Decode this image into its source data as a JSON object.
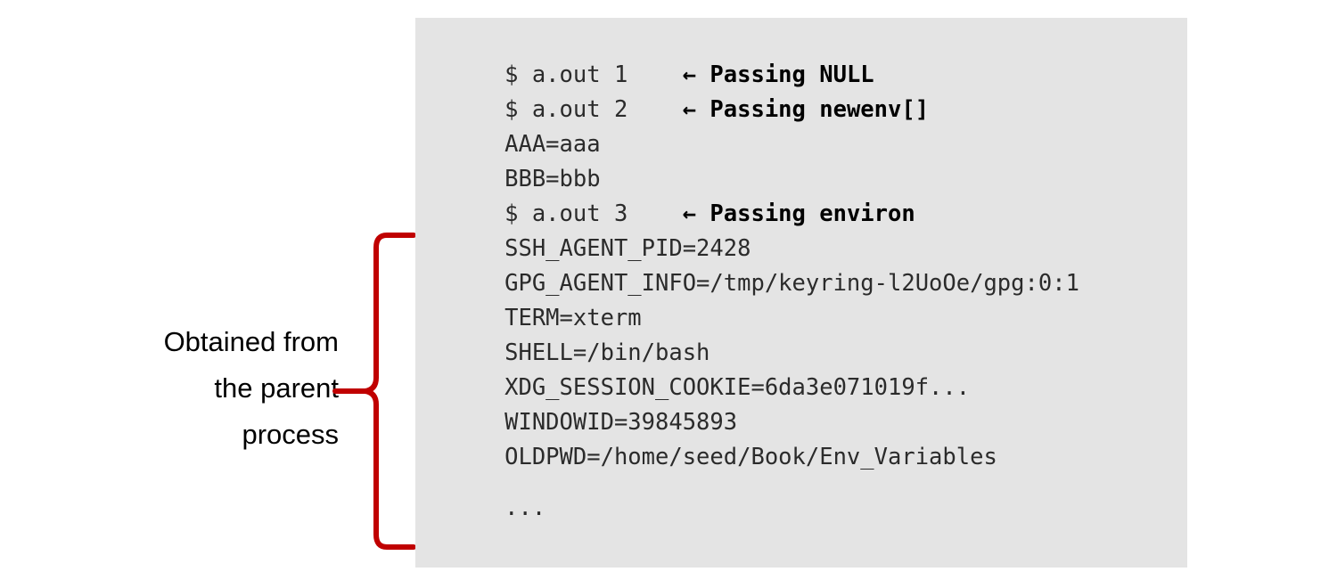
{
  "caption": {
    "lines": [
      "Obtained from",
      "the parent",
      "process"
    ]
  },
  "annotation_brace": {
    "color": "#c00000",
    "icon": "left-curly-brace"
  },
  "terminal": {
    "background_color": "#e4e4e4",
    "text_color": "#1b1b1b",
    "arrow_glyph": "←",
    "lines": [
      {
        "id": "cmd-1",
        "text": "$ a.out 1",
        "annotation": "Passing NULL"
      },
      {
        "id": "cmd-2",
        "text": "$ a.out 2",
        "annotation": "Passing newenv[]"
      },
      {
        "id": "out-aaa",
        "text": "AAA=aaa",
        "annotation": ""
      },
      {
        "id": "out-bbb",
        "text": "BBB=bbb",
        "annotation": ""
      },
      {
        "id": "cmd-3",
        "text": "$ a.out 3",
        "annotation": "Passing environ"
      },
      {
        "id": "env-ssh-agent-pid",
        "text": "SSH_AGENT_PID=2428",
        "annotation": ""
      },
      {
        "id": "env-gpg-agent-info",
        "text": "GPG_AGENT_INFO=/tmp/keyring-l2UoOe/gpg:0:1",
        "annotation": ""
      },
      {
        "id": "env-term",
        "text": "TERM=xterm",
        "annotation": ""
      },
      {
        "id": "env-shell",
        "text": "SHELL=/bin/bash",
        "annotation": ""
      },
      {
        "id": "env-xdg-session-cookie",
        "text": "XDG_SESSION_COOKIE=6da3e071019f...",
        "annotation": ""
      },
      {
        "id": "env-windowid",
        "text": "WINDOWID=39845893",
        "annotation": ""
      },
      {
        "id": "env-oldpwd",
        "text": "OLDPWD=/home/seed/Book/Env_Variables",
        "annotation": ""
      },
      {
        "id": "blank",
        "text": "",
        "annotation": ""
      },
      {
        "id": "env-ellipsis",
        "text": "...",
        "annotation": ""
      }
    ]
  }
}
